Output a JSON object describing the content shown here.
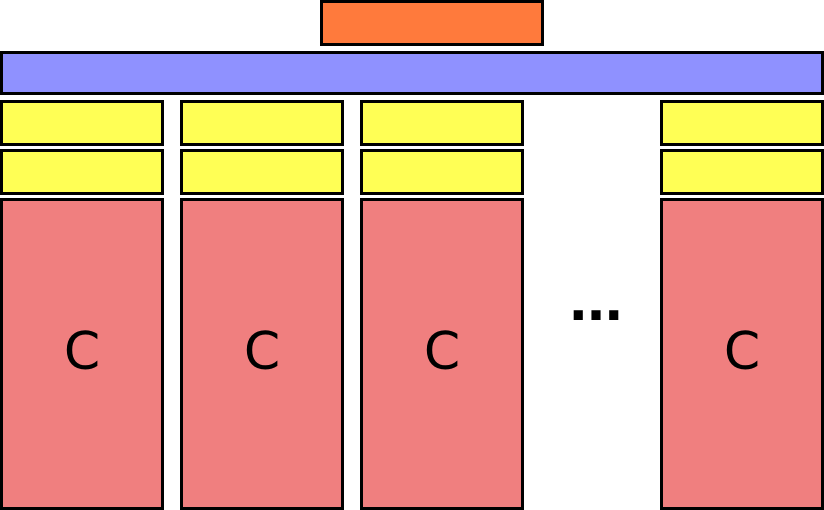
{
  "colors": {
    "top_block": "#ff7a3c",
    "bus_bar": "#8f91ff",
    "cache_level": "#ffff55",
    "core": "#f07f7f",
    "border": "#000000"
  },
  "columns": [
    {
      "core_label": "C"
    },
    {
      "core_label": "C"
    },
    {
      "core_label": "C"
    },
    {
      "core_label": "C"
    }
  ],
  "ellipsis": "..."
}
